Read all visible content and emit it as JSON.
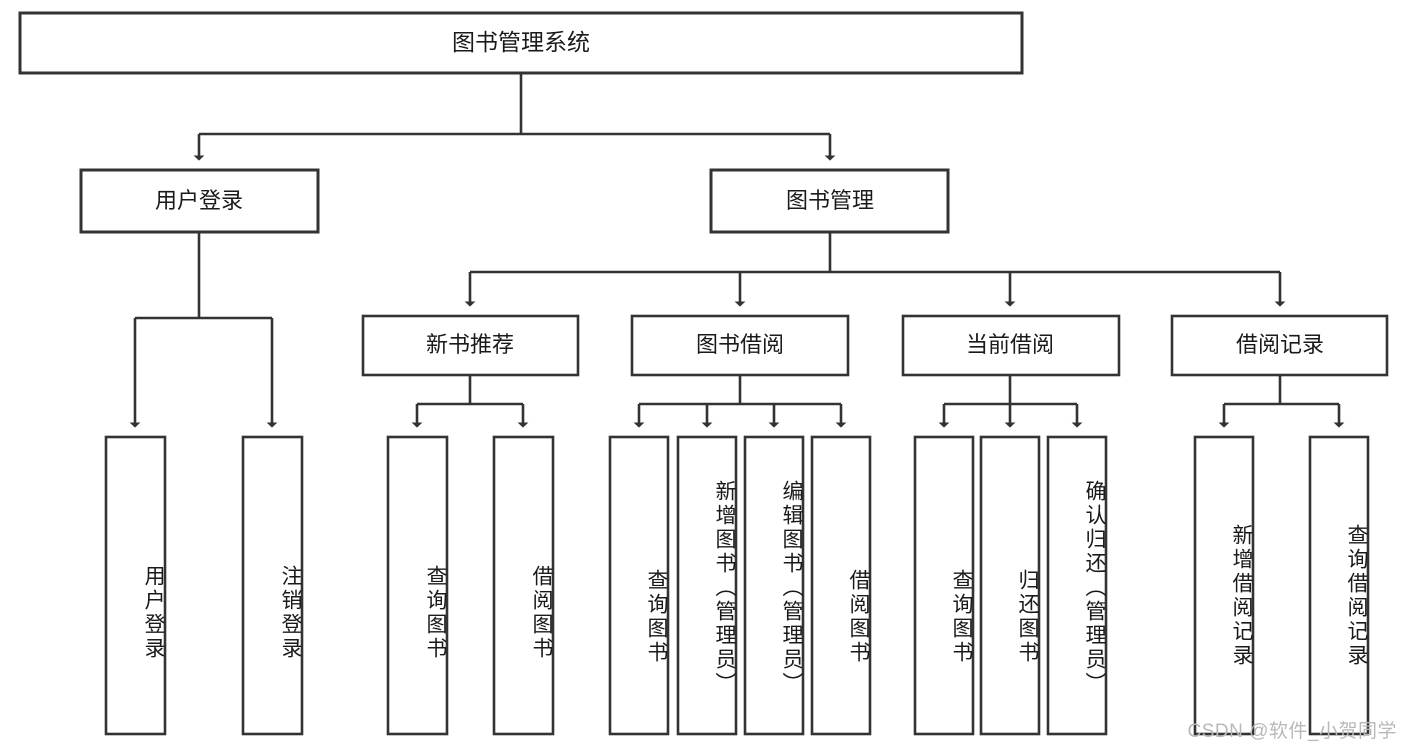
{
  "diagram": {
    "type": "tree-hierarchy-chart",
    "title_node": {
      "label": "图书管理系统"
    },
    "level2": [
      {
        "id": "user-login",
        "label": "用户登录"
      },
      {
        "id": "book-management",
        "label": "图书管理"
      }
    ],
    "level3": [
      {
        "id": "new-book-recommend",
        "label": "新书推荐",
        "parent": "book-management"
      },
      {
        "id": "book-borrow",
        "label": "图书借阅",
        "parent": "book-management"
      },
      {
        "id": "current-borrow",
        "label": "当前借阅",
        "parent": "book-management"
      },
      {
        "id": "borrow-record",
        "label": "借阅记录",
        "parent": "book-management"
      }
    ],
    "leaves": [
      {
        "id": "leaf-user-login",
        "label": "用户登录",
        "parent": "user-login"
      },
      {
        "id": "leaf-logout-login",
        "label": "注销登录",
        "parent": "user-login"
      },
      {
        "id": "leaf-query-books-recommend",
        "label": "查询图书",
        "parent": "new-book-recommend"
      },
      {
        "id": "leaf-borrow-books-recommend",
        "label": "借阅图书",
        "parent": "new-book-recommend"
      },
      {
        "id": "leaf-query-books-borrow",
        "label": "查询图书",
        "parent": "book-borrow"
      },
      {
        "id": "leaf-add-book-admin",
        "label": "新增图书（管理员）",
        "parent": "book-borrow"
      },
      {
        "id": "leaf-edit-book-admin",
        "label": "编辑图书（管理员）",
        "parent": "book-borrow"
      },
      {
        "id": "leaf-borrow-book",
        "label": "借阅图书",
        "parent": "book-borrow"
      },
      {
        "id": "leaf-query-books-current",
        "label": "查询图书",
        "parent": "current-borrow"
      },
      {
        "id": "leaf-return-book",
        "label": "归还图书",
        "parent": "current-borrow"
      },
      {
        "id": "leaf-confirm-return-admin",
        "label": "确认归还（管理员）",
        "parent": "current-borrow"
      },
      {
        "id": "leaf-add-borrow-record",
        "label": "新增借阅记录",
        "parent": "borrow-record"
      },
      {
        "id": "leaf-query-borrow-record",
        "label": "查询借阅记录",
        "parent": "borrow-record"
      }
    ],
    "colors": {
      "stroke": "#333333",
      "fill": "#ffffff",
      "text": "#1a1a1a",
      "watermark": "#b9b9b9"
    }
  },
  "watermark": {
    "text": "CSDN @软件_小贺同学"
  }
}
